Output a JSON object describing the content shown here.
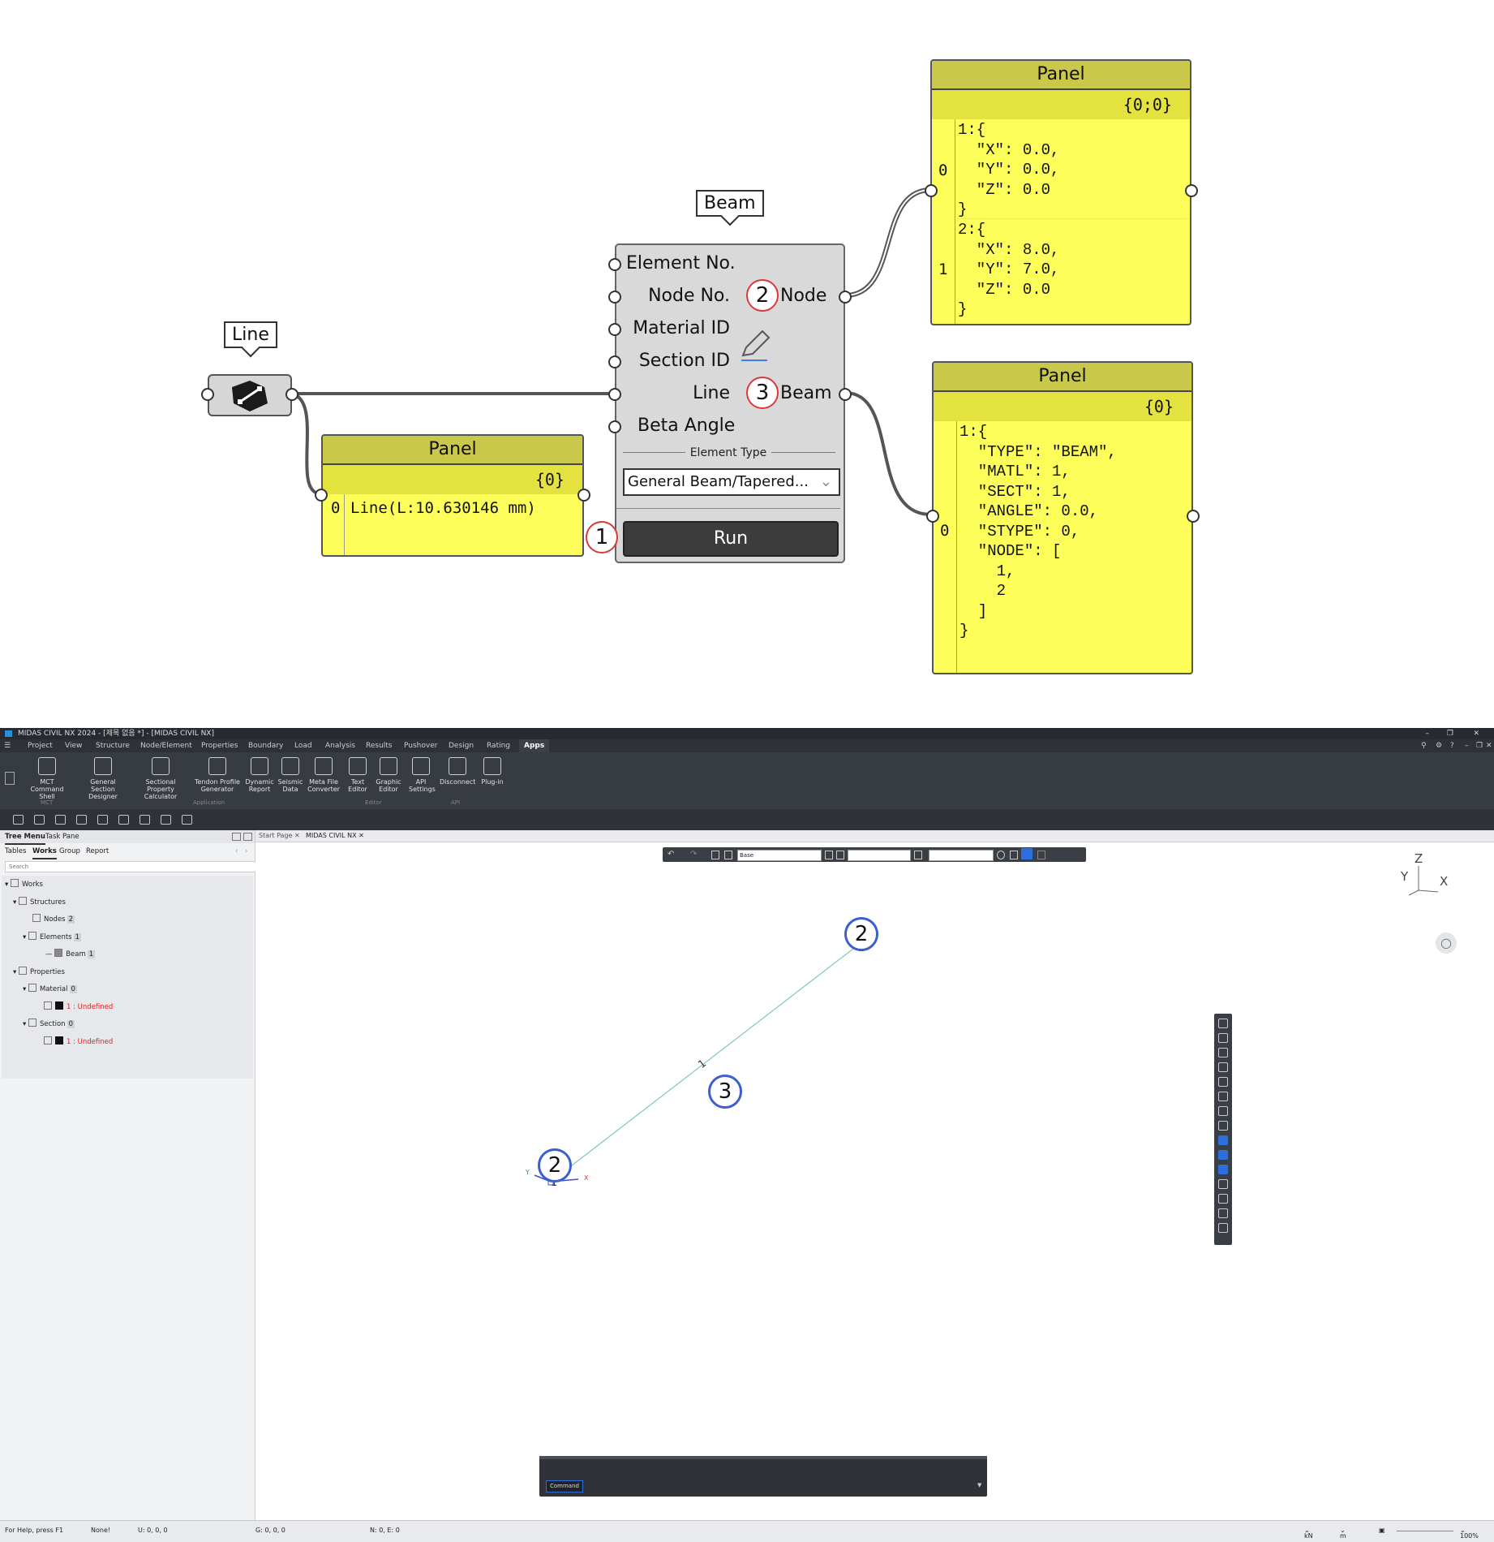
{
  "gh": {
    "line_tooltip": "Line",
    "beam_tooltip": "Beam",
    "line_panel": {
      "title": "Panel",
      "branch": "{0}",
      "index": "0",
      "value": "Line(L:10.630146 mm)"
    },
    "beam_component": {
      "inputs": [
        "Element No.",
        "Node No.",
        "Material ID",
        "Section ID",
        "Line",
        "Beta Angle"
      ],
      "outputs": [
        "Node",
        "Beam"
      ],
      "element_type_label": "Element Type",
      "element_type_value": "General Beam/Tapered...",
      "run_label": "Run"
    },
    "node_panel": {
      "title": "Panel",
      "branch": "{0;0}",
      "index_0": "0",
      "index_1": "1",
      "item_1": "1:{\n  \"X\": 0.0,\n  \"Y\": 0.0,\n  \"Z\": 0.0\n}",
      "item_2": "2:{\n  \"X\": 8.0,\n  \"Y\": 7.0,\n  \"Z\": 0.0\n}"
    },
    "beam_panel": {
      "title": "Panel",
      "branch": "{0}",
      "index": "0",
      "item": "1:{\n  \"TYPE\": \"BEAM\",\n  \"MATL\": 1,\n  \"SECT\": 1,\n  \"ANGLE\": 0.0,\n  \"STYPE\": 0,\n  \"NODE\": [\n    1,\n    2\n  ]\n}"
    },
    "markers": {
      "run": "1",
      "node": "2",
      "beam": "3"
    }
  },
  "midas": {
    "title": "MIDAS CIVIL NX 2024 - [제목 없음 *] - [MIDAS CIVIL NX]",
    "menu": [
      "Project",
      "View",
      "Structure",
      "Node/Element",
      "Properties",
      "Boundary",
      "Load",
      "Analysis",
      "Results",
      "Pushover",
      "Design",
      "Rating",
      "Apps"
    ],
    "ribbon_buttons": [
      {
        "l1": "MCT Command",
        "l2": "Shell"
      },
      {
        "l1": "General Section",
        "l2": "Designer"
      },
      {
        "l1": "Sectional Property",
        "l2": "Calculator"
      },
      {
        "l1": "Tendon Profile",
        "l2": "Generator"
      },
      {
        "l1": "Dynamic",
        "l2": "Report"
      },
      {
        "l1": "Seismic",
        "l2": "Data"
      },
      {
        "l1": "Meta File",
        "l2": "Converter"
      },
      {
        "l1": "Text",
        "l2": "Editor"
      },
      {
        "l1": "Graphic",
        "l2": "Editor"
      },
      {
        "l1": "API",
        "l2": "Settings"
      },
      {
        "l1": "Disconnect",
        "l2": ""
      },
      {
        "l1": "Plug-in",
        "l2": ""
      }
    ],
    "ribbon_groups": [
      "MCT",
      "Application",
      "Editor",
      "API"
    ],
    "pane_tabs": [
      "Tree Menu",
      "Task Pane"
    ],
    "sub_tabs": [
      "Tables",
      "Works",
      "Group",
      "Report"
    ],
    "search_placeholder": "Search",
    "tree": {
      "works": "Works",
      "structures": "Structures",
      "nodes": "Nodes",
      "nodes_count": "2",
      "elements": "Elements",
      "elements_count": "1",
      "beam": "Beam",
      "beam_count": "1",
      "properties": "Properties",
      "material": "Material",
      "material_count": "0",
      "material_item": "1 : Undefined",
      "section": "Section",
      "section_count": "0",
      "section_item": "1 : Undefined"
    },
    "doc_tabs": [
      "Start Page",
      "MIDAS CIVIL NX"
    ],
    "view_select": "Base",
    "axis": {
      "z": "Z",
      "y": "Y",
      "x": "X"
    },
    "model": {
      "node1_label": "1",
      "node2_label": "2",
      "elem_label": "1",
      "local_y": "Y",
      "local_x": "X",
      "callout_node_top": "2",
      "callout_node_bottom": "2",
      "callout_beam": "3",
      "node1": {
        "x": 0.0,
        "y": 0.0
      },
      "node2": {
        "x": 8.0,
        "y": 7.0
      }
    },
    "command_label": "Command",
    "status": {
      "help": "For Help, press F1",
      "none": "None!",
      "u": "U: 0, 0, 0",
      "g": "G: 0, 0, 0",
      "ne": "N: 0, E: 0",
      "unit_force": "kN",
      "unit_length": "m",
      "zoom": "100%"
    }
  }
}
